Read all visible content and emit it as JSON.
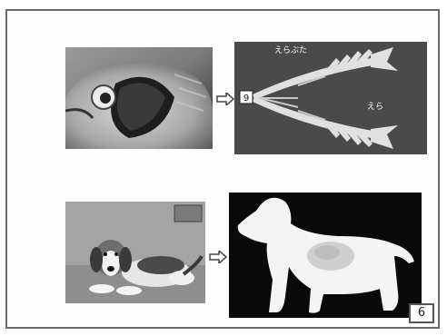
{
  "figure": {
    "top_row": {
      "left_image": "fish-head-photo",
      "arrow_icon": "right-arrow-icon",
      "right_image": "fish-gill-diagram",
      "diagram_labels": {
        "top": "えらぶた",
        "bottom": "えら",
        "box": "9"
      }
    },
    "bottom_row": {
      "left_image": "beagle-dog-photo",
      "arrow_icon": "right-arrow-icon",
      "right_image": "dog-lungs-silhouette"
    },
    "page_number": "6"
  },
  "colors": {
    "frame_border": "#6a6a6a",
    "diagram_bg": "#4a4a4a",
    "silhouette_bg": "#0a0a0a"
  }
}
